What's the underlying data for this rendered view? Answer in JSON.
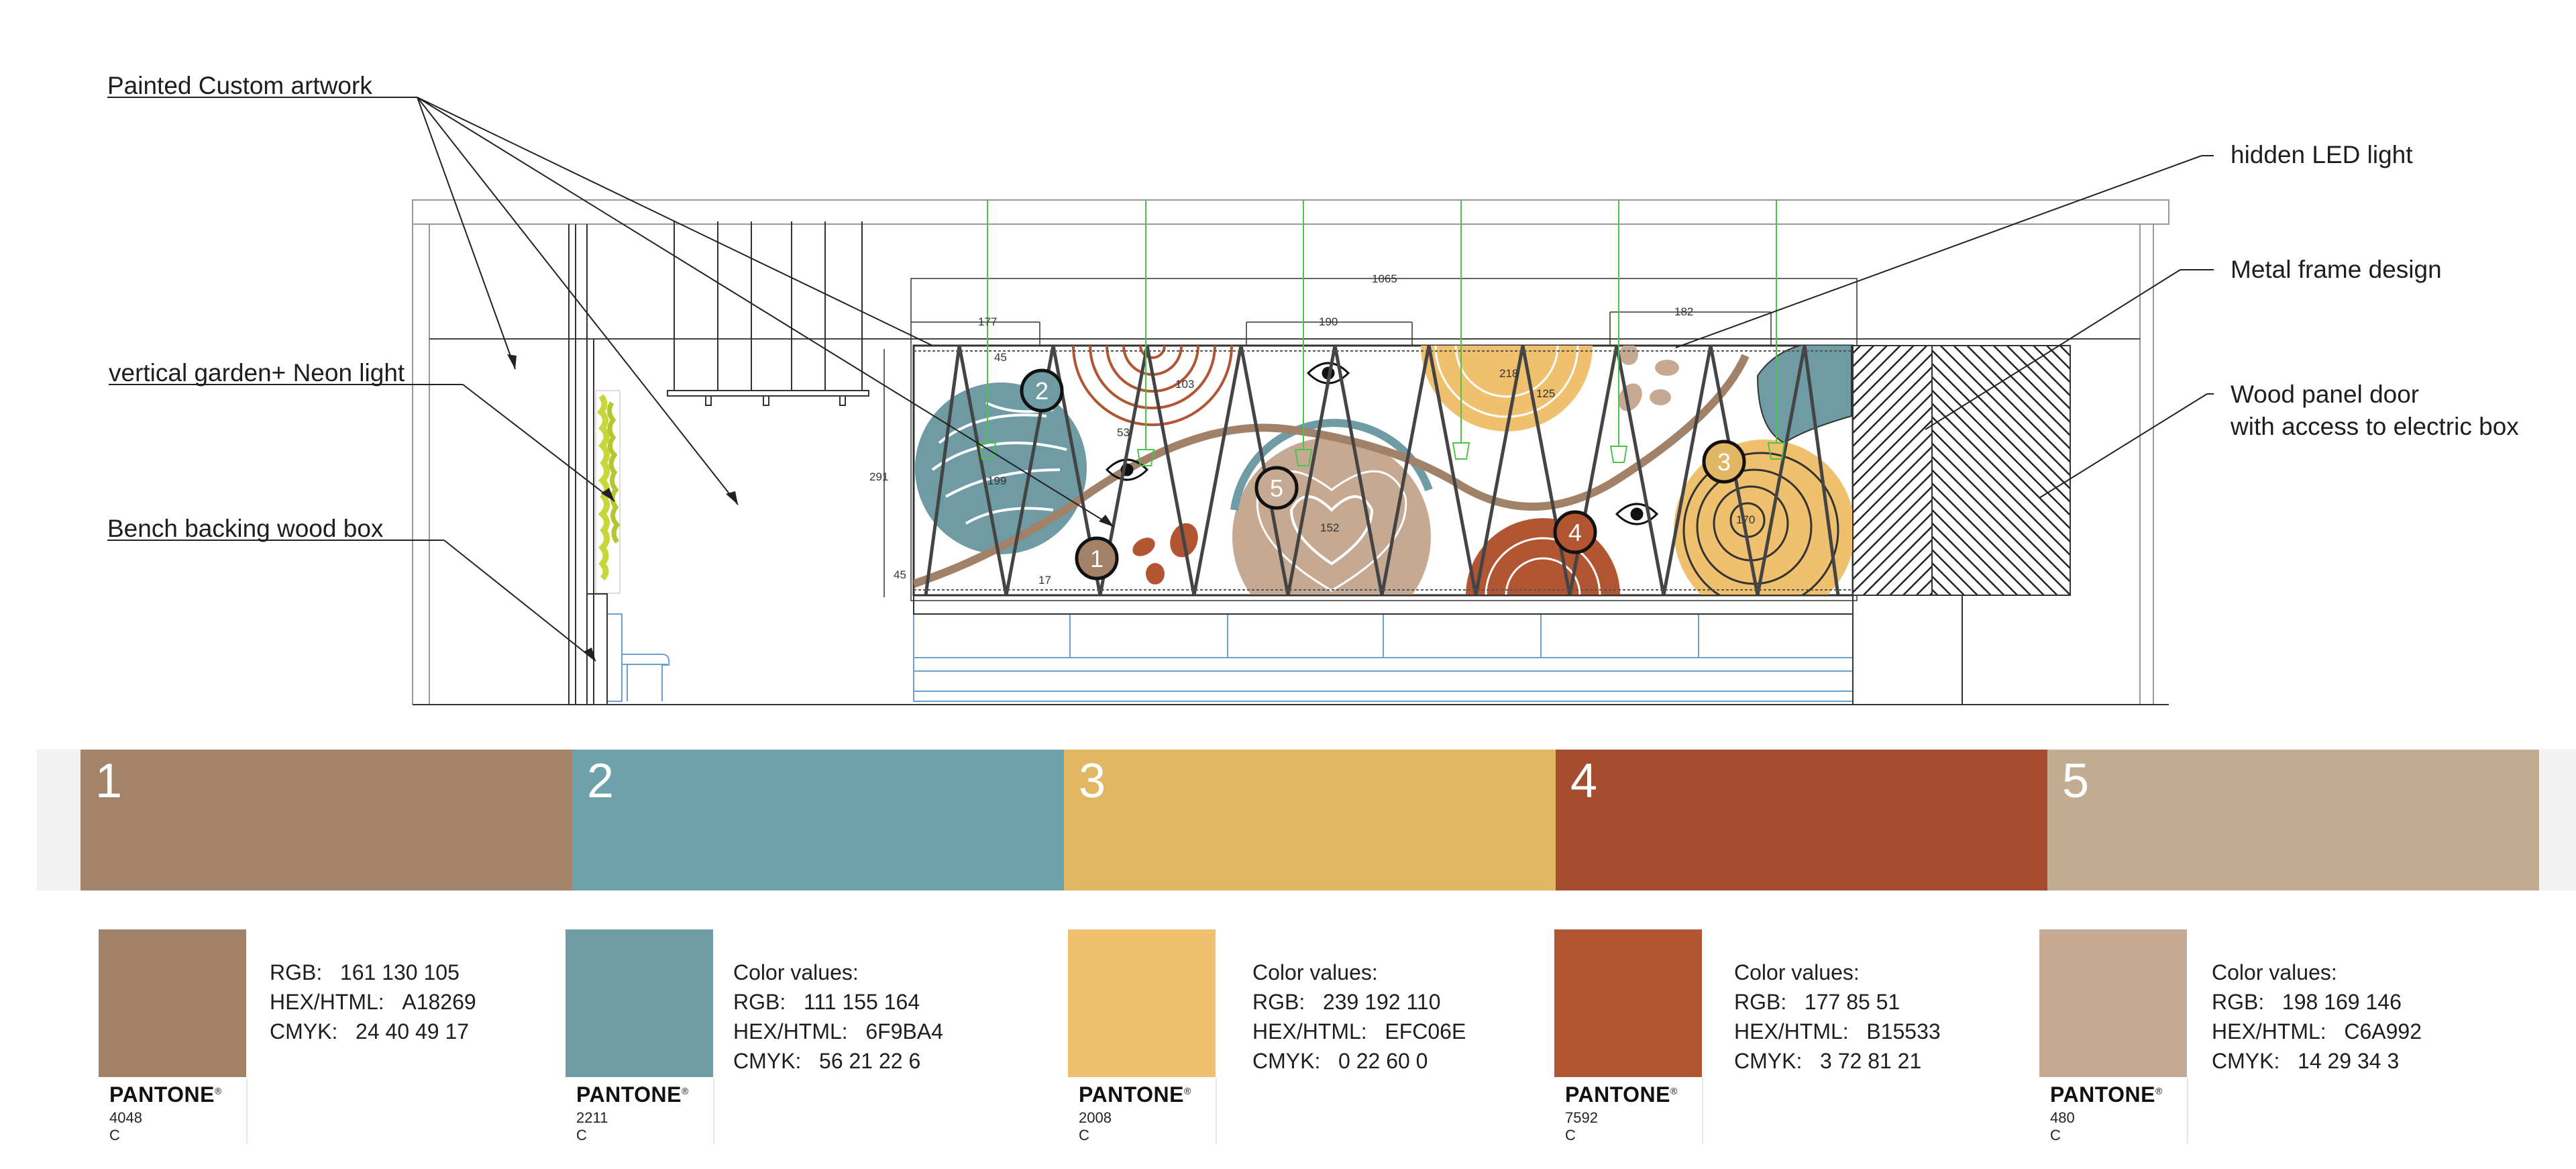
{
  "callouts": {
    "painted_artwork": "Painted Custom artwork",
    "vertical_garden": "vertical garden+ Neon light",
    "bench_backing": "Bench backing wood box",
    "hidden_led": "hidden LED light",
    "metal_frame": "Metal frame design",
    "wood_panel_line1": "Wood panel door",
    "wood_panel_line2": "with access to electric box"
  },
  "dimensions": {
    "overall_width": "1065",
    "d177": "177",
    "d190": "190",
    "d182": "182",
    "d45_top": "45",
    "d103": "103",
    "d218": "218",
    "d125": "125",
    "d53": "53",
    "d291": "291",
    "d199": "199",
    "d152": "152",
    "d170": "170",
    "d45_bottom": "45",
    "d17": "17"
  },
  "markers": [
    "1",
    "2",
    "3",
    "4",
    "5"
  ],
  "colors": {
    "c1": "#A18269",
    "c2": "#6F9BA4",
    "c3": "#EFC06E",
    "c4": "#B15533",
    "c5": "#C6A992",
    "strip1": "#A3846A",
    "strip2": "#6EA2AB",
    "strip3": "#E2B764",
    "strip4": "#A64C2F",
    "strip5": "#C4AC93"
  },
  "palette": [
    {
      "number": "1",
      "heading": "",
      "rgb_label": "RGB:",
      "rgb": "161 130 105",
      "hex_label": "HEX/HTML:",
      "hex": "A18269",
      "cmyk_label": "CMYK:",
      "cmyk": "24 40 49 17",
      "pantone_brand": "PANTONE",
      "pantone": "4048 C"
    },
    {
      "number": "2",
      "heading": "Color values:",
      "rgb_label": "RGB:",
      "rgb": "111 155 164",
      "hex_label": "HEX/HTML:",
      "hex": "6F9BA4",
      "cmyk_label": "CMYK:",
      "cmyk": "56 21 22 6",
      "pantone_brand": "PANTONE",
      "pantone": "2211 C"
    },
    {
      "number": "3",
      "heading": "Color values:",
      "rgb_label": "RGB:",
      "rgb": "239 192 110",
      "hex_label": "HEX/HTML:",
      "hex": "EFC06E",
      "cmyk_label": "CMYK:",
      "cmyk": "0 22 60 0",
      "pantone_brand": "PANTONE",
      "pantone": "2008 C"
    },
    {
      "number": "4",
      "heading": "Color values:",
      "rgb_label": "RGB:",
      "rgb": "177 85 51",
      "hex_label": "HEX/HTML:",
      "hex": "B15533",
      "cmyk_label": "CMYK:",
      "cmyk": "3 72 81 21",
      "pantone_brand": "PANTONE",
      "pantone": "7592 C"
    },
    {
      "number": "5",
      "heading": "Color values:",
      "rgb_label": "RGB:",
      "rgb": "198 169 146",
      "hex_label": "HEX/HTML:",
      "hex": "C6A992",
      "cmyk_label": "CMYK:",
      "cmyk": "14 29 34 3",
      "pantone_brand": "PANTONE",
      "pantone": "480 C"
    }
  ]
}
